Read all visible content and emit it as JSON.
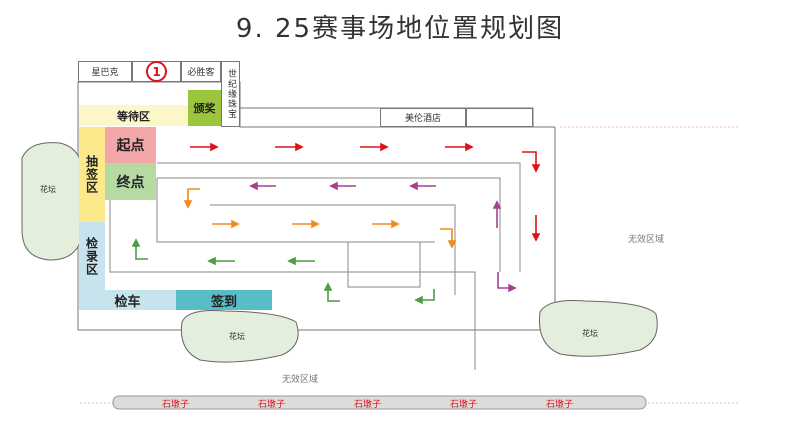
{
  "title": "9. 25赛事场地位置规划图",
  "shops": {
    "starbucks": "星巴克",
    "marker": "1",
    "kfc": "必胜客",
    "jewelry": "世纪缘珠宝",
    "hotel": "美伦酒店"
  },
  "zones": {
    "waiting": "等待区",
    "award": "颁奖",
    "lottery": "抽签区",
    "start": "起点",
    "finish": "终点",
    "inspection": "检录区",
    "vehicle_check": "检车",
    "checkin": "签到"
  },
  "invalid_area": "无效区域",
  "flower_bed": "花坛",
  "stone_piers": [
    "石墩子",
    "石墩子",
    "石墩子",
    "石墩子",
    "石墩子"
  ],
  "colors": {
    "waiting": "#fdf6c8",
    "award": "#9bc53d",
    "lottery": "#fbe98c",
    "start": "#f4a7a9",
    "finish": "#b5dba2",
    "inspection": "#c7e4ee",
    "vehicle_check": "#c7e4ee",
    "checkin": "#58bdc7",
    "flower_bed": "#e3efdc",
    "arrow_red": "#e0101a",
    "arrow_purple": "#a2428f",
    "arrow_orange": "#ef8c1c",
    "arrow_green": "#4a9e44"
  }
}
